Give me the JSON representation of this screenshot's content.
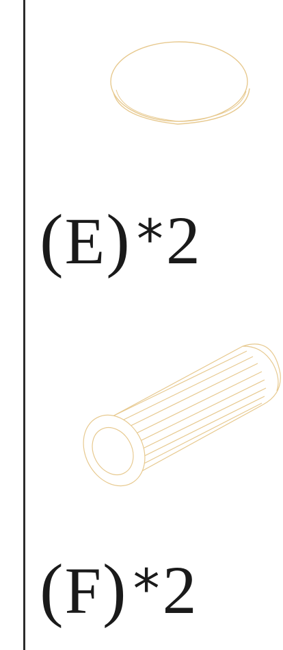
{
  "parts": [
    {
      "id": "E",
      "label": {
        "open": "(",
        "letter": "E",
        "close": ")",
        "times": "*",
        "quantity": "2"
      },
      "icon": "cam-disc-icon"
    },
    {
      "id": "F",
      "label": {
        "open": "(",
        "letter": "F",
        "close": ")",
        "times": "*",
        "quantity": "2"
      },
      "icon": "wooden-dowel-icon"
    }
  ],
  "colors": {
    "line_art": "#e7c98f",
    "text": "#1a1a1a",
    "divider": "#2b2b2b",
    "background": "#ffffff"
  }
}
